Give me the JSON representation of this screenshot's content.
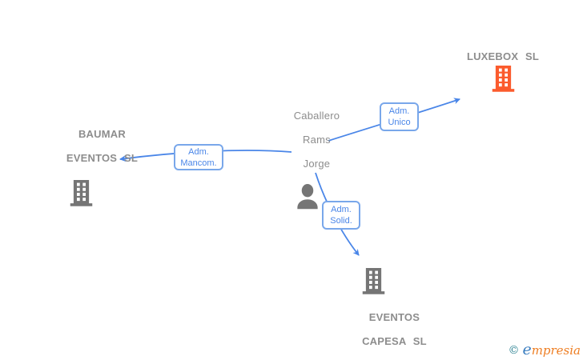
{
  "diagram": {
    "person": {
      "name_lines": [
        "Caballero",
        "Rams",
        "Jorge"
      ]
    },
    "companies": {
      "luxebox": {
        "line1": "LUXEBOX SL"
      },
      "baumar": {
        "line1": "BAUMAR",
        "line2": "EVENTOS SL"
      },
      "capesa": {
        "line1": "EVENTOS",
        "line2": "CAPESA SL"
      }
    },
    "relations": {
      "unico": {
        "line1": "Adm.",
        "line2": "Unico"
      },
      "mancom": {
        "line1": "Adm.",
        "line2": "Mancom."
      },
      "solid": {
        "line1": "Adm.",
        "line2": "Solid."
      }
    },
    "colors": {
      "edge_blue": "#4a86e8",
      "label_border_blue": "#79a7ea",
      "label_text_blue": "#4a86e8",
      "node_text_gray": "#8d8d8d",
      "icon_gray": "#757575",
      "icon_orange": "#fb5b2d"
    }
  },
  "footer": {
    "copyright_symbol": "©",
    "brand_initial": "e",
    "brand_rest": "mpresia"
  }
}
